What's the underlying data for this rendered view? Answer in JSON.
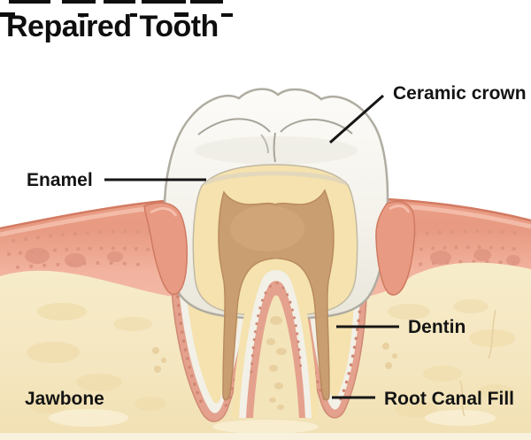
{
  "diagram": {
    "title": "Repaired Tooth",
    "labels": {
      "ceramic_crown": "Ceramic crown",
      "enamel": "Enamel",
      "dentin": "Dentin",
      "root_canal_fill": "Root Canal Fill",
      "jawbone": "Jawbone"
    },
    "colors": {
      "background": "#ffffff",
      "text": "#141414",
      "leader_line": "#161616",
      "crown_white": "#f8f6f0",
      "crown_outline": "#b0aca1",
      "dentin": "#f5e2ae",
      "pulp_canal_fill": "#c89c6e",
      "gum_surface": "#e89a82",
      "gum_spongy": "#f2b4a0",
      "jawbone": "#f5e8c3",
      "periodontal_pink": "#e4a18d",
      "cementum_white": "#f2f0e7"
    }
  }
}
